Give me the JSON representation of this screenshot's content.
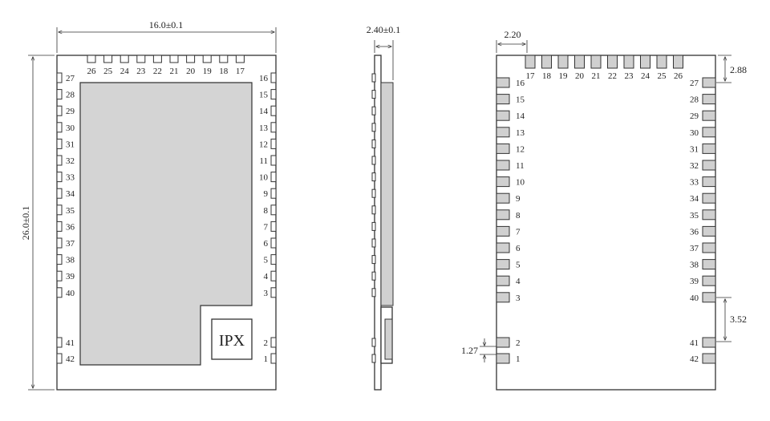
{
  "top_view": {
    "width_dim": "16.0±0.1",
    "height_dim": "26.0±0.1",
    "antenna_label": "IPX",
    "top_pins": [
      "26",
      "25",
      "24",
      "23",
      "22",
      "21",
      "20",
      "19",
      "18",
      "17"
    ],
    "left_pins": [
      "27",
      "28",
      "29",
      "30",
      "31",
      "32",
      "33",
      "34",
      "35",
      "36",
      "37",
      "38",
      "39",
      "40"
    ],
    "left_bottom_pins": [
      "41",
      "42"
    ],
    "right_pins": [
      "16",
      "15",
      "14",
      "13",
      "12",
      "11",
      "10",
      "9",
      "8",
      "7",
      "6",
      "5",
      "4",
      "3"
    ],
    "right_bottom_pins": [
      "2",
      "1"
    ]
  },
  "side_view": {
    "thickness_dim": "2.40±0.1"
  },
  "bottom_view": {
    "offset_dim": "2.20",
    "top_gap_dim": "2.88",
    "gap_dim": "3.52",
    "pitch_dim": "1.27",
    "top_pins": [
      "17",
      "18",
      "19",
      "20",
      "21",
      "22",
      "23",
      "24",
      "25",
      "26"
    ],
    "left_pins": [
      "16",
      "15",
      "14",
      "13",
      "12",
      "11",
      "10",
      "9",
      "8",
      "7",
      "6",
      "5",
      "4",
      "3"
    ],
    "left_bottom_pins": [
      "2",
      "1"
    ],
    "right_pins": [
      "27",
      "28",
      "29",
      "30",
      "31",
      "32",
      "33",
      "34",
      "35",
      "36",
      "37",
      "38",
      "39",
      "40"
    ],
    "right_bottom_pins": [
      "41",
      "42"
    ]
  }
}
